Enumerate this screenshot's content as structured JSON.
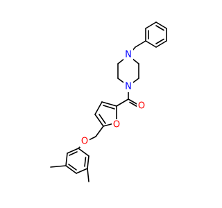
{
  "colors": {
    "bond": "#000000",
    "nitrogen": "#0000ff",
    "oxygen": "#ff0000",
    "background": "#ffffff"
  },
  "atoms": {
    "n_top": "N",
    "n_bottom": "N",
    "o_carbonyl": "O",
    "o_furan": "O",
    "o_ether": "O"
  }
}
